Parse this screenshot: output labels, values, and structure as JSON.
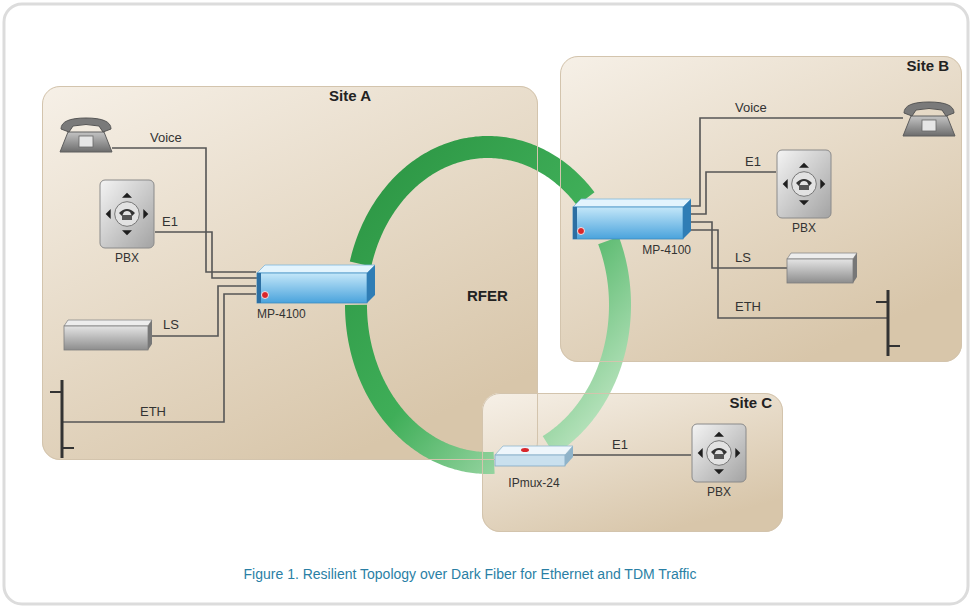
{
  "diagram": {
    "caption": "Figure 1. Resilient Topology over Dark Fiber for Ethernet and TDM Traffic",
    "nodes": [
      {
        "text": [
          "Site A"
        ]
      },
      {
        "text": [
          "PBX"
        ],
        "in": 0
      },
      {
        "text": [
          "MP-4100"
        ],
        "in": 0
      },
      {
        "text": [
          "Site B"
        ]
      },
      {
        "text": [
          "MP-4100"
        ],
        "in": 3
      },
      {
        "text": [
          "PBX"
        ],
        "in": 3
      },
      {
        "text": [
          "Site C"
        ]
      },
      {
        "text": [
          "IPmux-24"
        ],
        "in": 6
      },
      {
        "text": [
          "PBX"
        ],
        "in": 6
      }
    ],
    "edges": [
      {
        "from": 1,
        "to": 2,
        "arrow": "none",
        "label": "E1"
      },
      {
        "from": 5,
        "to": 4,
        "arrow": "none",
        "label": "E1"
      },
      {
        "from": 8,
        "to": 7,
        "arrow": "none",
        "label": "E1"
      },
      {
        "from": 2,
        "to": 4,
        "arrow": "none"
      },
      {
        "from": 4,
        "to": 7,
        "arrow": "none"
      },
      {
        "from": 7,
        "to": 2,
        "arrow": "none"
      }
    ],
    "labels": [
      "Voice",
      "LS",
      "ETH",
      "RFER",
      "Voice",
      "LS",
      "ETH"
    ]
  }
}
